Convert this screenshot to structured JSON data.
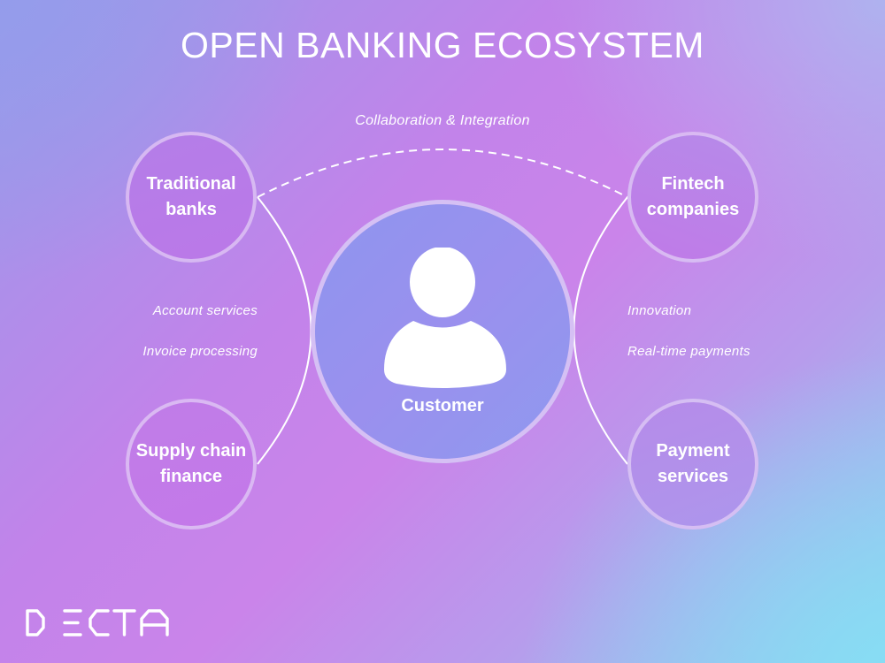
{
  "title": "OPEN BANKING ECOSYSTEM",
  "collaboration_label": "Collaboration & Integration",
  "center": {
    "label": "Customer",
    "icon": "user-icon"
  },
  "nodes": {
    "top_left": {
      "line1": "Traditional",
      "line2": "banks"
    },
    "top_right": {
      "line1": "Fintech",
      "line2": "companies"
    },
    "bottom_left": {
      "line1": "Supply chain",
      "line2": "finance"
    },
    "bottom_right": {
      "line1": "Payment",
      "line2": "services"
    }
  },
  "left_labels": [
    "Account services",
    "Invoice processing"
  ],
  "right_labels": [
    "Innovation",
    "Real-time payments"
  ],
  "logo": {
    "text": "DECTA"
  },
  "colors": {
    "background_top_left": "#959BEB",
    "background_middle": "#CC82EC",
    "background_bottom_right": "#86DAF2",
    "center_circle": "#9094EE",
    "node_circle": "#B87CE8",
    "text": "#FFFFFF"
  }
}
